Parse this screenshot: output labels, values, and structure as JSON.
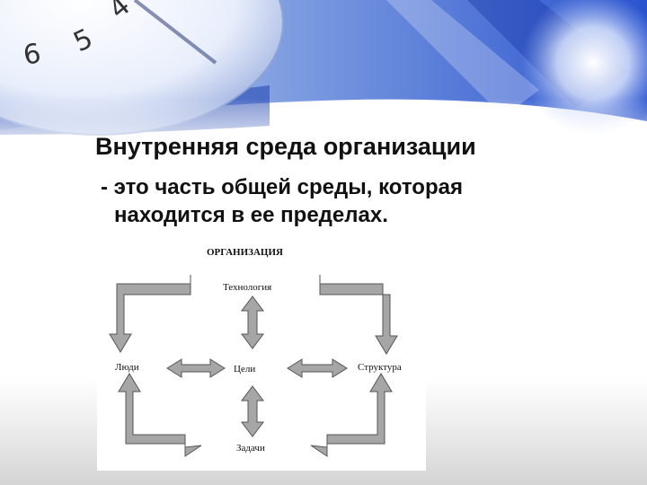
{
  "slide": {
    "title": "Внутренняя среда организации",
    "text_line1": "- это часть общей среды, которая",
    "text_line2": "находится в ее пределах."
  },
  "diagram": {
    "heading": "ОРГАНИЗАЦИЯ",
    "nodes": {
      "top": "Технология",
      "left": "Люди",
      "center": "Цели",
      "right": "Структура",
      "bottom": "Задачи"
    }
  },
  "colors": {
    "arrow_fill": "#a6a6a6",
    "arrow_stroke": "#555555",
    "banner_blue": "#1d4fd0",
    "text": "#111111"
  }
}
